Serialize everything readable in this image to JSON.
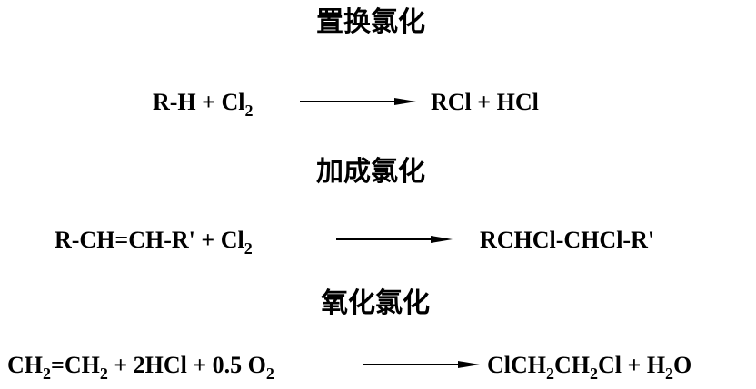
{
  "sections": [
    {
      "title": "置换氯化",
      "reactants": [
        "R-H + Cl",
        "2",
        ""
      ],
      "products": "RCl + HCl"
    },
    {
      "title": "加成氯化",
      "reactants": [
        "R-CH=CH-R' + Cl",
        "2",
        ""
      ],
      "products": "RCHCl-CHCl-R'"
    },
    {
      "title": "氧化氯化",
      "reactants": [
        "CH",
        "2",
        "=CH",
        "2",
        " + 2HCl + 0.5 O",
        "2",
        ""
      ],
      "products": [
        "ClCH",
        "2",
        "CH",
        "2",
        "Cl + H",
        "2",
        "O"
      ]
    }
  ]
}
